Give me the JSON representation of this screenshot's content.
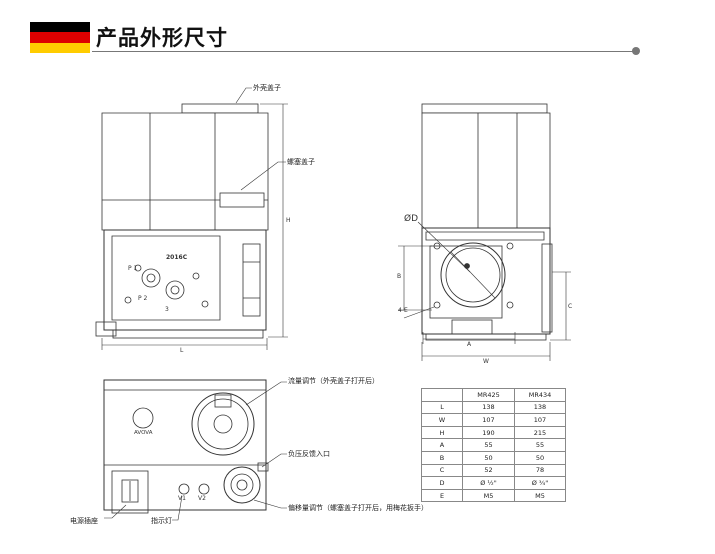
{
  "header": {
    "title": "产品外形尺寸",
    "flag_colors": [
      "#000000",
      "#dd0000",
      "#ffcc00"
    ]
  },
  "callouts": {
    "outer_cover": "外壳盖子",
    "screw_cap": "螺塞盖子",
    "flow_adjust": "流量调节（外壳盖子打开后）",
    "neg_pressure_port": "负压反馈入口",
    "offset_adjust": "偏移量调节（螺塞盖子打开后，用梅花扳手）",
    "power_socket": "电源插座",
    "indicator_light": "指示灯"
  },
  "drawing_marks": {
    "L": "L",
    "H": "H",
    "W": "W",
    "A": "A",
    "B": "B",
    "C": "C",
    "D": "ØD",
    "E": "4-E",
    "model_stamp": "2016C",
    "port_p1": "P 1",
    "port_p2": "P 2",
    "port_3": "3",
    "brand": "AVOVA",
    "v1": "V1",
    "v2": "V2"
  },
  "spec_table": {
    "headers": [
      "",
      "MR425",
      "MR434"
    ],
    "rows": [
      [
        "L",
        "138",
        "138"
      ],
      [
        "W",
        "107",
        "107"
      ],
      [
        "H",
        "190",
        "215"
      ],
      [
        "A",
        "55",
        "55"
      ],
      [
        "B",
        "50",
        "50"
      ],
      [
        "C",
        "52",
        "78"
      ],
      [
        "D",
        "Ø ½\"",
        "Ø ¾\""
      ],
      [
        "E",
        "M5",
        "M5"
      ]
    ]
  }
}
